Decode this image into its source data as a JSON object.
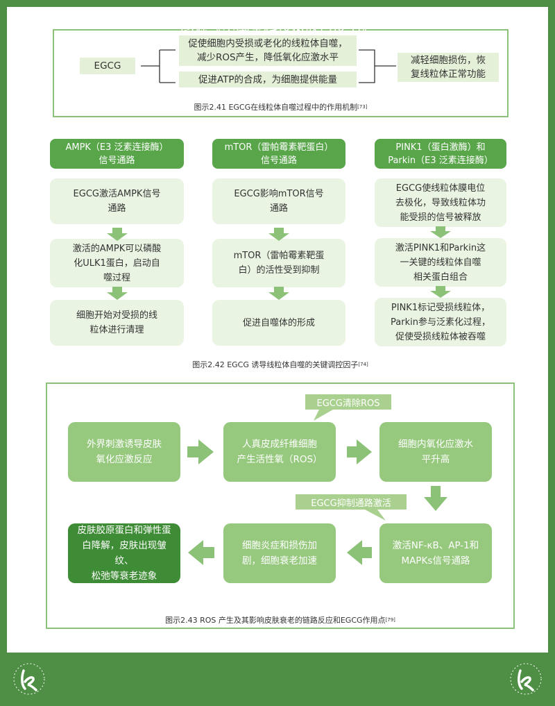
{
  "fig41": {
    "egcg": "EGCG",
    "top_line1": "促使细胞内受损或老化的线粒体自噬，",
    "top_line2": "减少ROS产生，降低氧化应激水平",
    "bottom": "促进ATP的合成，为细胞提供能量",
    "result_line1": "减轻细胞损伤，恢",
    "result_line2": "复线粒体正常功能",
    "caption": "图示2.41  EGCG在线粒体自噬过程中的作用机制",
    "caption_ref": "[73]"
  },
  "fig42": {
    "columns": [
      {
        "header_line1": "AMPK（E3 泛素连接酶）",
        "header_line2": "信号通路",
        "steps": [
          [
            "EGCG激活AMPK信号",
            "通路"
          ],
          [
            "激活的AMPK可以磷酸",
            "化ULK1蛋白，启动自",
            "噬过程"
          ],
          [
            "细胞开始对受损的线",
            "粒体进行清理"
          ]
        ]
      },
      {
        "header_line1": "mTOR（雷帕霉素靶蛋白）",
        "header_line2": "信号通路",
        "steps": [
          [
            "EGCG影响mTOR信号",
            "通路"
          ],
          [
            "mTOR（雷帕霉素靶蛋",
            "白）的活性受到抑制"
          ],
          [
            "促进自噬体的形成"
          ]
        ]
      },
      {
        "header_line1": "PINK1（蛋白激酶）和",
        "header_line2": "Parkin（E3 泛素连接酶）",
        "steps": [
          [
            "EGCG使线粒体膜电位",
            "去极化，导致线粒体功",
            "能受损的信号被释放"
          ],
          [
            "激活PINK1和Parkin这",
            "一关键的线粒体自噬",
            "相关蛋白组合"
          ],
          [
            "PINK1标记受损线粒体，",
            "Parkin参与泛素化过程，",
            "促使受损线粒体被吞噬"
          ]
        ]
      }
    ],
    "caption": "图示2.42 EGCG 诱导线粒体自噬的关键调控因子",
    "caption_ref": "[74]"
  },
  "fig43": {
    "callout_top": "EGCG清除ROS",
    "callout_mid": "EGCG抑制通路激活",
    "boxes": [
      [
        "外界刺激诱导皮肤",
        "氧化应激反应"
      ],
      [
        "人真皮成纤维细胞",
        "产生活性氧（ROS）"
      ],
      [
        "细胞内氧化应激水",
        "平升高"
      ],
      [
        "激活NF-κB、AP-1和",
        "MAPKs信号通路"
      ],
      [
        "细胞炎症和损伤加",
        "剧，细胞衰老加速"
      ],
      [
        "皮肤胶原蛋白和弹性蛋",
        "白降解，皮肤出现皱纹、",
        "松弛等衰老迹象"
      ]
    ],
    "caption": "图示2.43 ROS 产生及其影响皮肤衰老的链路反应和EGCG作用点",
    "caption_ref": "[79]"
  },
  "footer": {
    "source": "图源《中国茶科技嫩肤白皮书》"
  },
  "colors": {
    "frame": "#4f8f45",
    "header": "#58a54a",
    "card": "#eaf4e2",
    "flow_box": "#96c97e",
    "flow_box_dark": "#3f8c36",
    "arrow": "#8cc278"
  }
}
